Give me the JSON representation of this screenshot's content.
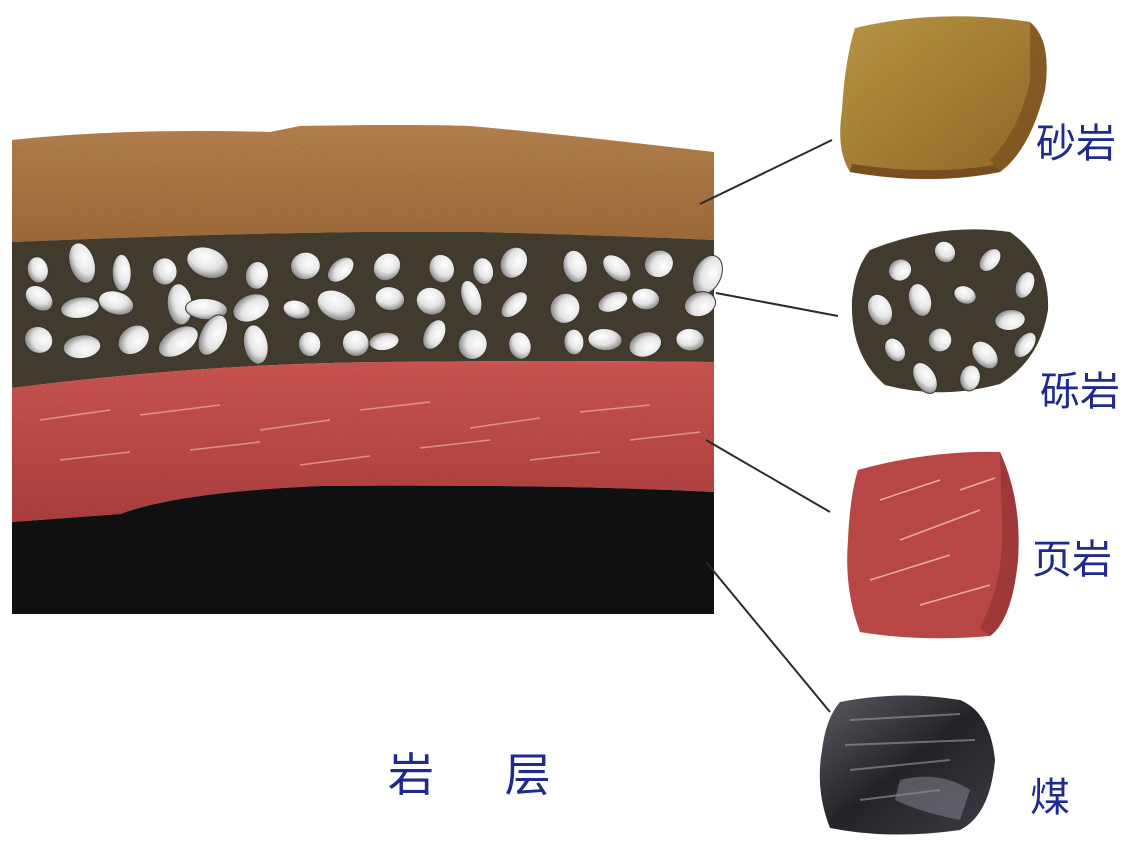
{
  "caption": "岩 层",
  "specimens": [
    {
      "id": "sandstone",
      "label": "砂岩",
      "color": "#b88a3c"
    },
    {
      "id": "conglomerate",
      "label": "砾岩",
      "color": "#4a4236"
    },
    {
      "id": "shale",
      "label": "页岩",
      "color": "#c8504e"
    },
    {
      "id": "coal",
      "label": "煤",
      "color": "#232327"
    }
  ],
  "colors": {
    "label_text": "#1f2a8c",
    "sand_layer": "#b67d47",
    "gravel_layer": "#4a4236",
    "shale_layer": "#c8504e",
    "coal_layer": "#101012"
  }
}
